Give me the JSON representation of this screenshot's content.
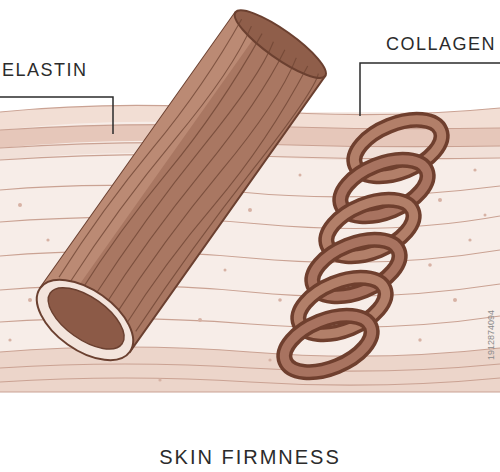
{
  "diagram": {
    "title": "SKIN FIRMNESS",
    "labels": [
      "ELASTIN",
      "COLLAGEN",
      "1912874094"
    ]
  }
}
